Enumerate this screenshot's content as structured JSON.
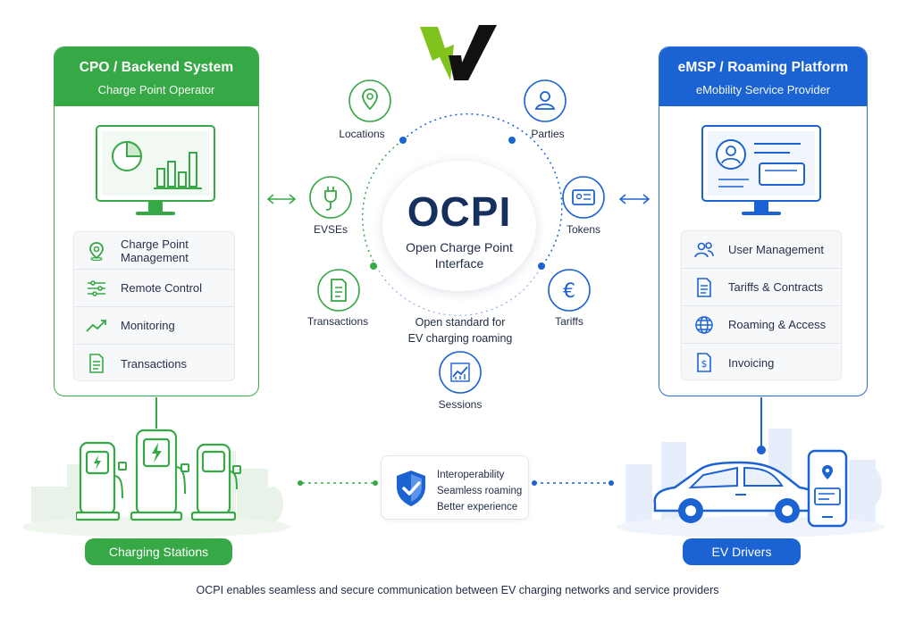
{
  "logo": {
    "name": "lightning-v-logo"
  },
  "left_panel": {
    "title": "CPO / Backend System",
    "subtitle": "Charge Point Operator",
    "features": [
      {
        "label": "Charge Point Management",
        "line1": "Charge Point",
        "line2": "Management",
        "icon": "location-pin-icon"
      },
      {
        "label": "Remote Control",
        "icon": "sliders-icon"
      },
      {
        "label": "Monitoring",
        "icon": "trend-line-icon"
      },
      {
        "label": "Transactions",
        "icon": "document-icon"
      }
    ]
  },
  "right_panel": {
    "title": "eMSP / Roaming Platform",
    "subtitle": "eMobility Service Provider",
    "features": [
      {
        "label": "User Management",
        "icon": "users-icon"
      },
      {
        "label": "Tariffs & Contracts",
        "icon": "document-icon"
      },
      {
        "label": "Roaming & Access",
        "icon": "globe-icon"
      },
      {
        "label": "Invoicing",
        "icon": "invoice-icon"
      }
    ]
  },
  "center": {
    "title": "OCPI",
    "subtitle_line1": "Open Charge Point",
    "subtitle_line2": "Interface",
    "note_line1": "Open standard for",
    "note_line2": "EV charging roaming",
    "modules": [
      {
        "label": "Locations",
        "icon": "location-pin-icon"
      },
      {
        "label": "Parties",
        "icon": "person-icon"
      },
      {
        "label": "EVSEs",
        "icon": "plug-icon"
      },
      {
        "label": "Tokens",
        "icon": "id-card-icon"
      },
      {
        "label": "Transactions",
        "icon": "document-icon"
      },
      {
        "label": "Tariffs",
        "icon": "euro-icon"
      },
      {
        "label": "Sessions",
        "icon": "chart-icon"
      }
    ]
  },
  "bottom": {
    "left_label": "Charging Stations",
    "right_label": "EV Drivers",
    "benefits": [
      "Interoperability",
      "Seamless roaming",
      "Better experience"
    ]
  },
  "footer": "OCPI enables seamless and secure communication between EV charging networks and service providers",
  "colors": {
    "green": "#36a845",
    "blue": "#1b62d3",
    "navy": "#16305e",
    "lime": "#7fc31c"
  }
}
